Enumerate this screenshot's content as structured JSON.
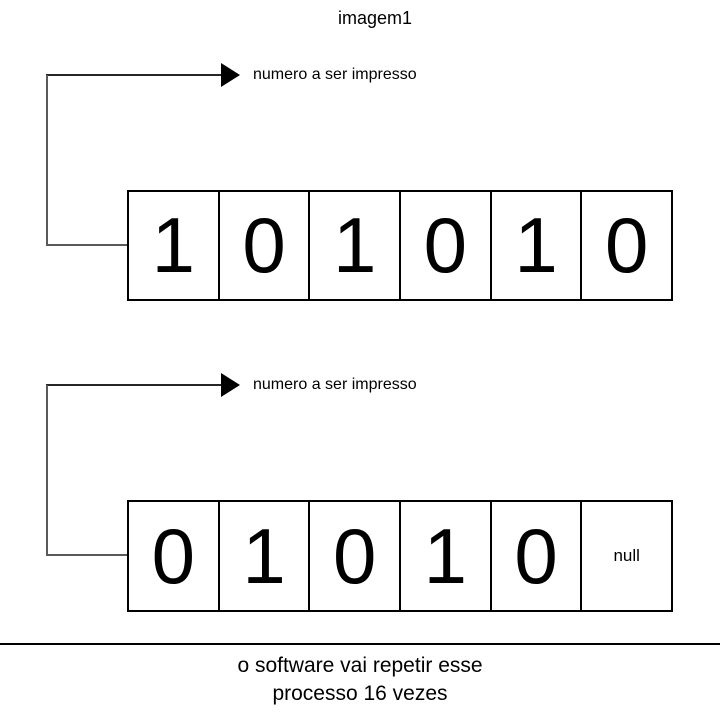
{
  "title": "imagem1",
  "diagram1": {
    "pointer_label": "numero a ser impresso",
    "cells": [
      "1",
      "0",
      "1",
      "0",
      "1",
      "0"
    ]
  },
  "diagram2": {
    "pointer_label": "numero a ser impresso",
    "cells": [
      "0",
      "1",
      "0",
      "1",
      "0",
      "null"
    ]
  },
  "caption": {
    "line1": "o software vai repetir esse",
    "line2": "processo 16 vezes"
  },
  "colors": {
    "background": "#ffffff",
    "box_border": "#000000",
    "arrow_fill": "#000000",
    "connector_line": "#5a5a5a",
    "text": "#000000"
  }
}
